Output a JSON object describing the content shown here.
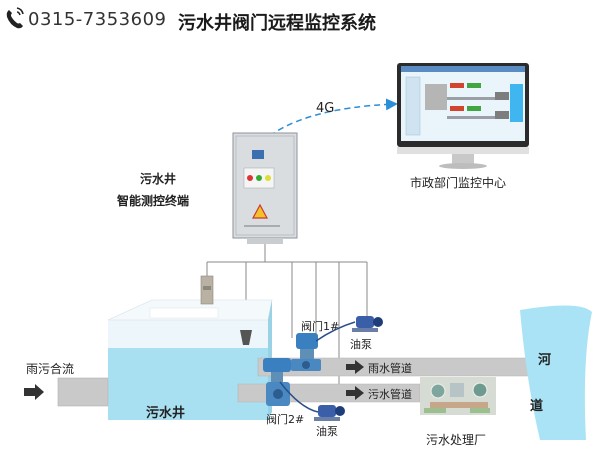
{
  "header": {
    "phone_icon": "phone-icon",
    "phone": "0315-7353609",
    "title": "污水井阀门远程监控系统"
  },
  "labels": {
    "signal": "4G",
    "monitor_center": "市政部门监控中心",
    "terminal_line1": "污水井",
    "terminal_line2": "智能测控终端",
    "valve1": "阀门1#",
    "valve2": "阀门2#",
    "oil_pump_1": "油泵",
    "oil_pump_2": "油泵",
    "rain_pipe": "雨水管道",
    "sewage_pipe": "污水管道",
    "combined_inflow": "雨污合流",
    "well": "污水井",
    "river_char1": "河",
    "river_char2": "道",
    "treatment_plant": "污水处理厂"
  },
  "colors": {
    "pipe_gray": "#c9c9c9",
    "water_blue": "#a8e0f2",
    "river_blue": "#a9e3f5",
    "valve_blue": "#3a7fc0",
    "link_blue": "#2a8fd6",
    "cabinet_gray": "#dadde0"
  }
}
